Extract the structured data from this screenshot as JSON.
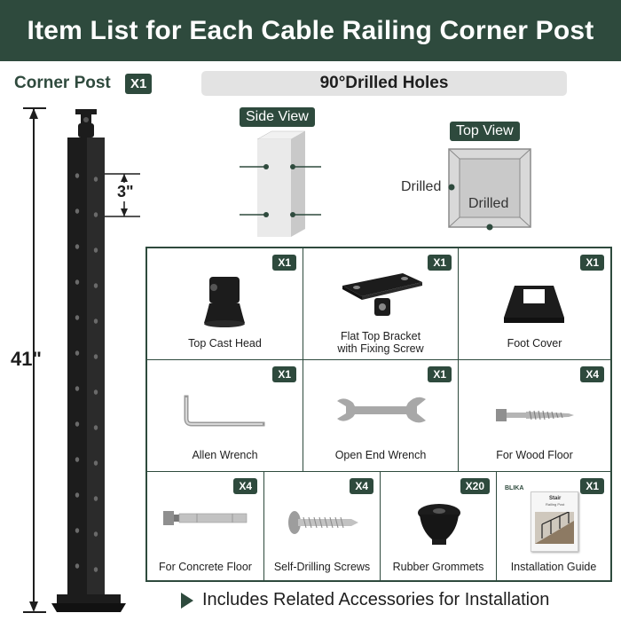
{
  "header": {
    "title": "Item List for Each Cable Railing Corner Post"
  },
  "corner_post": {
    "label": "Corner Post",
    "qty": "X1",
    "height": "41\"",
    "spacing": "3\""
  },
  "drill": {
    "title": "90°Drilled Holes",
    "side_view": "Side View",
    "top_view": "Top View",
    "drilled_left": "Drilled",
    "drilled_center": "Drilled"
  },
  "items": [
    {
      "name": "Top Cast Head",
      "qty": "X1",
      "icon": "top-cast-head"
    },
    {
      "name": "Flat Top Bracket\nwith Fixing Screw",
      "name_line1": "Flat Top Bracket",
      "name_line2": "with Fixing Screw",
      "qty": "X1",
      "icon": "flat-bracket"
    },
    {
      "name": "Foot Cover",
      "qty": "X1",
      "icon": "foot-cover"
    },
    {
      "name": "Allen Wrench",
      "qty": "X1",
      "icon": "allen-wrench"
    },
    {
      "name": "Open End Wrench",
      "qty": "X1",
      "icon": "open-end-wrench"
    },
    {
      "name": "For Wood Floor",
      "qty": "X4",
      "icon": "lag-screw"
    },
    {
      "name": "For Concrete Floor",
      "qty": "X4",
      "icon": "anchor-bolt"
    },
    {
      "name": "Self-Drilling Screws",
      "qty": "X4",
      "icon": "self-drilling-screw"
    },
    {
      "name": "Rubber Grommets",
      "qty": "X20",
      "icon": "rubber-grommet"
    },
    {
      "name": "Installation Guide",
      "qty": "X1",
      "icon": "installation-guide",
      "guide_brand": "BLIKA",
      "guide_title": "Stair",
      "guide_subtitle": "Railing Post"
    }
  ],
  "footer": {
    "note": "Includes Related Accessories for Installation"
  },
  "colors": {
    "brand_green": "#2e4a3d",
    "panel_gray": "#e3e3e3",
    "metal_black": "#1c1c1c"
  }
}
